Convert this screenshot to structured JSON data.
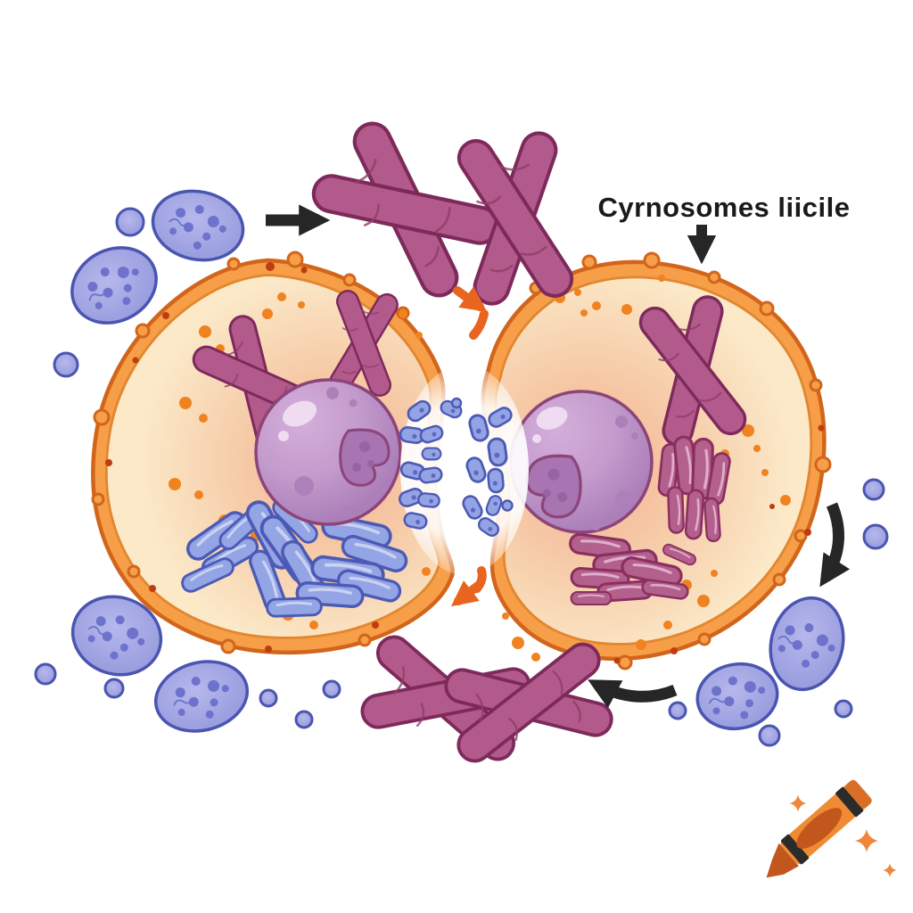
{
  "diagram": {
    "type": "cell-division-illustration",
    "label": {
      "text": "Cyrnosomes liicile"
    },
    "arrows": [
      {
        "name": "black-arrow-right",
        "direction": "right"
      },
      {
        "name": "label-pointer-arrow",
        "direction": "down"
      },
      {
        "name": "black-arrow-curved-right",
        "direction": "down-left"
      },
      {
        "name": "black-arrow-curved-bottom",
        "direction": "left"
      },
      {
        "name": "orange-arrow-top",
        "direction": "down-right"
      },
      {
        "name": "orange-arrow-bottom",
        "direction": "down-left"
      }
    ],
    "icons": {
      "watermark": "crayon-icon",
      "decorations": "sparkle-icon"
    },
    "palette": {
      "membrane_orange": "#F69E48",
      "membrane_outline": "#D2651C",
      "cytoplasm_cream": "#FBE9C8",
      "cytoplasm_pink": "#F2AE93",
      "nucleus_purple": "#C39BCC",
      "nucleus_outline": "#8C4578",
      "nucleolus_purple": "#A874B2",
      "chromosome_magenta": "#B25A8B",
      "chromosome_outline": "#7D2A5B",
      "organelle_blue": "#94A5E5",
      "organelle_blue_outline": "#4C5AB5",
      "organelle_magenta": "#B3608C",
      "blue_cell": "#9B9EDF",
      "granule_orange": "#F0821F",
      "membrane_dot_red": "#BE3D10",
      "arrow_black": "#262626",
      "arrow_orange": "#E8641F",
      "label_text": "#1A1A1A",
      "crayon_orange": "#EF8B33",
      "crayon_dark": "#C2571D",
      "sparkle_orange": "#F0853C"
    }
  }
}
